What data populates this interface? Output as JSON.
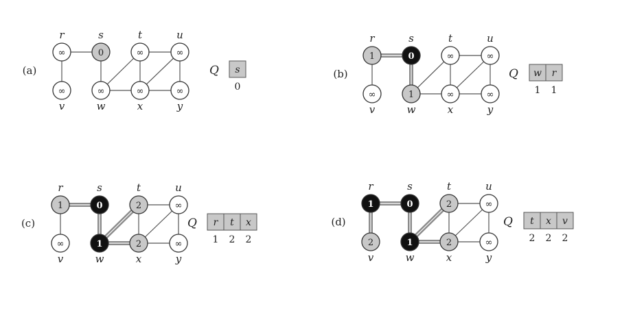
{
  "vertices": [
    "r",
    "s",
    "t",
    "u",
    "v",
    "w",
    "x",
    "y"
  ],
  "edges": [
    [
      "r",
      "s"
    ],
    [
      "r",
      "v"
    ],
    [
      "s",
      "w"
    ],
    [
      "w",
      "t"
    ],
    [
      "w",
      "x"
    ],
    [
      "t",
      "x"
    ],
    [
      "t",
      "u"
    ],
    [
      "x",
      "u"
    ],
    [
      "x",
      "y"
    ],
    [
      "u",
      "y"
    ]
  ],
  "queue_label": "Q",
  "colors": {
    "white": "#ffffff",
    "gray": "#c8c8c8",
    "black": "#111111",
    "tree_edge": "#8a8a8a",
    "edge": "#555555",
    "queue_cell": "#c8c8c8"
  },
  "panels": [
    {
      "label": "(a)",
      "nodes": [
        {
          "id": "r",
          "dist": "∞",
          "color": "white"
        },
        {
          "id": "s",
          "dist": "0",
          "color": "gray"
        },
        {
          "id": "t",
          "dist": "∞",
          "color": "white"
        },
        {
          "id": "u",
          "dist": "∞",
          "color": "white"
        },
        {
          "id": "v",
          "dist": "∞",
          "color": "white"
        },
        {
          "id": "w",
          "dist": "∞",
          "color": "white"
        },
        {
          "id": "x",
          "dist": "∞",
          "color": "white"
        },
        {
          "id": "y",
          "dist": "∞",
          "color": "white"
        }
      ],
      "tree_edges": [],
      "queue": [
        {
          "key": "s",
          "dist": "0"
        }
      ]
    },
    {
      "label": "(b)",
      "nodes": [
        {
          "id": "r",
          "dist": "1",
          "color": "gray"
        },
        {
          "id": "s",
          "dist": "0",
          "color": "black"
        },
        {
          "id": "t",
          "dist": "∞",
          "color": "white"
        },
        {
          "id": "u",
          "dist": "∞",
          "color": "white"
        },
        {
          "id": "v",
          "dist": "∞",
          "color": "white"
        },
        {
          "id": "w",
          "dist": "1",
          "color": "gray"
        },
        {
          "id": "x",
          "dist": "∞",
          "color": "white"
        },
        {
          "id": "y",
          "dist": "∞",
          "color": "white"
        }
      ],
      "tree_edges": [
        [
          "r",
          "s"
        ],
        [
          "s",
          "w"
        ]
      ],
      "queue": [
        {
          "key": "w",
          "dist": "1"
        },
        {
          "key": "r",
          "dist": "1"
        }
      ]
    },
    {
      "label": "(c)",
      "nodes": [
        {
          "id": "r",
          "dist": "1",
          "color": "gray"
        },
        {
          "id": "s",
          "dist": "0",
          "color": "black"
        },
        {
          "id": "t",
          "dist": "2",
          "color": "gray"
        },
        {
          "id": "u",
          "dist": "∞",
          "color": "white"
        },
        {
          "id": "v",
          "dist": "∞",
          "color": "white"
        },
        {
          "id": "w",
          "dist": "1",
          "color": "black"
        },
        {
          "id": "x",
          "dist": "2",
          "color": "gray"
        },
        {
          "id": "y",
          "dist": "∞",
          "color": "white"
        }
      ],
      "tree_edges": [
        [
          "r",
          "s"
        ],
        [
          "s",
          "w"
        ],
        [
          "w",
          "t"
        ],
        [
          "w",
          "x"
        ]
      ],
      "queue": [
        {
          "key": "r",
          "dist": "1"
        },
        {
          "key": "t",
          "dist": "2"
        },
        {
          "key": "x",
          "dist": "2"
        }
      ]
    },
    {
      "label": "(d)",
      "nodes": [
        {
          "id": "r",
          "dist": "1",
          "color": "black"
        },
        {
          "id": "s",
          "dist": "0",
          "color": "black"
        },
        {
          "id": "t",
          "dist": "2",
          "color": "gray"
        },
        {
          "id": "u",
          "dist": "∞",
          "color": "white"
        },
        {
          "id": "v",
          "dist": "2",
          "color": "gray"
        },
        {
          "id": "w",
          "dist": "1",
          "color": "black"
        },
        {
          "id": "x",
          "dist": "2",
          "color": "gray"
        },
        {
          "id": "y",
          "dist": "∞",
          "color": "white"
        }
      ],
      "tree_edges": [
        [
          "r",
          "s"
        ],
        [
          "r",
          "v"
        ],
        [
          "s",
          "w"
        ],
        [
          "w",
          "t"
        ],
        [
          "w",
          "x"
        ]
      ],
      "queue": [
        {
          "key": "t",
          "dist": "2"
        },
        {
          "key": "x",
          "dist": "2"
        },
        {
          "key": "v",
          "dist": "2"
        }
      ]
    }
  ]
}
